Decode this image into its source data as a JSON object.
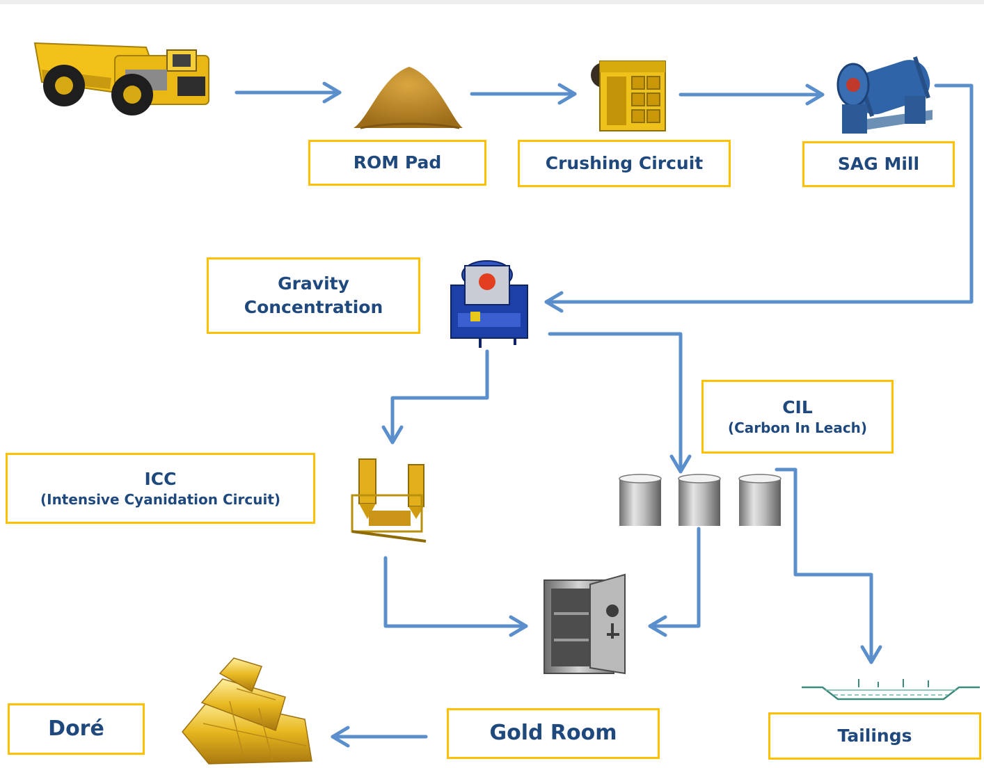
{
  "colors": {
    "arrow": "#5B8FCB",
    "box_border": "#FFC000",
    "text": "#1F497D"
  },
  "stages": {
    "rom_pad": {
      "label": "ROM Pad",
      "icon": "ore-pile-icon"
    },
    "crushing": {
      "label": "Crushing Circuit",
      "icon": "jaw-crusher-icon"
    },
    "sag_mill": {
      "label": "SAG Mill",
      "icon": "sag-mill-icon"
    },
    "gravity": {
      "line1": "Gravity",
      "line2": "Concentration",
      "icon": "gravity-concentrator-icon"
    },
    "cil": {
      "label": "CIL",
      "sub": "(Carbon In Leach)",
      "icon": "leach-tanks-icon"
    },
    "icc": {
      "label": "ICC",
      "sub": "(Intensive Cyanidation Circuit)",
      "icon": "cyanidation-reactor-icon"
    },
    "gold_room": {
      "label": "Gold Room",
      "icon": "safe-icon"
    },
    "tailings": {
      "label": "Tailings",
      "icon": "tailings-dam-icon"
    },
    "dore": {
      "label": "Doré",
      "icon": "gold-bars-icon"
    }
  },
  "mine_truck": {
    "icon": "haul-truck-icon"
  }
}
